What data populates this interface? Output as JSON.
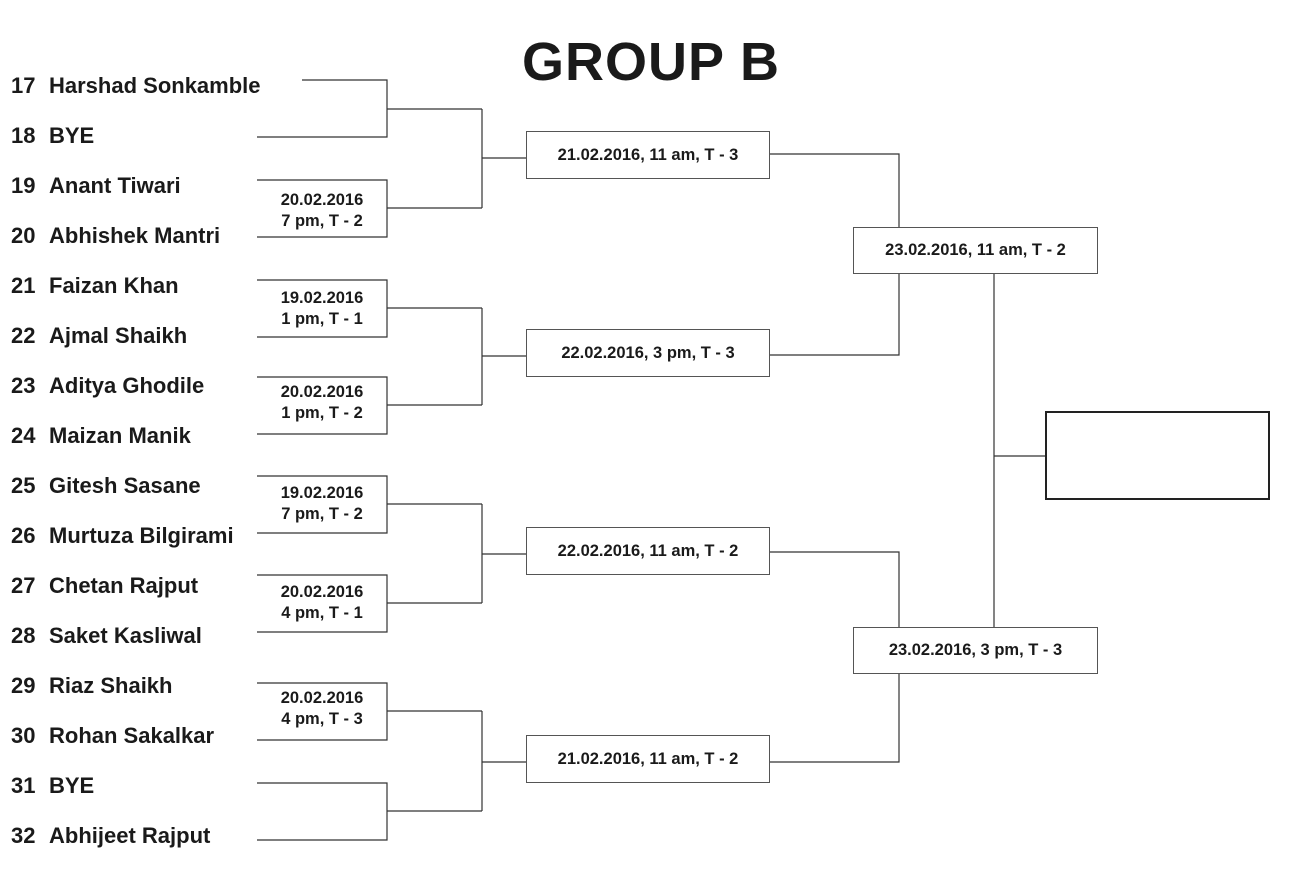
{
  "title": "GROUP B",
  "players": [
    {
      "seed": "17",
      "name": "Harshad Sonkamble"
    },
    {
      "seed": "18",
      "name": "BYE"
    },
    {
      "seed": "19",
      "name": "Anant Tiwari"
    },
    {
      "seed": "20",
      "name": "Abhishek Mantri"
    },
    {
      "seed": "21",
      "name": "Faizan Khan"
    },
    {
      "seed": "22",
      "name": "Ajmal Shaikh"
    },
    {
      "seed": "23",
      "name": "Aditya Ghodile"
    },
    {
      "seed": "24",
      "name": "Maizan Manik"
    },
    {
      "seed": "25",
      "name": "Gitesh Sasane"
    },
    {
      "seed": "26",
      "name": "Murtuza Bilgirami"
    },
    {
      "seed": "27",
      "name": "Chetan Rajput"
    },
    {
      "seed": "28",
      "name": "Saket Kasliwal"
    },
    {
      "seed": "29",
      "name": "Riaz Shaikh"
    },
    {
      "seed": "30",
      "name": "Rohan Sakalkar"
    },
    {
      "seed": "31",
      "name": "BYE"
    },
    {
      "seed": "32",
      "name": "Abhijeet Rajput"
    }
  ],
  "round1": [
    {
      "line1": "",
      "line2": ""
    },
    {
      "line1": "20.02.2016",
      "line2": "7 pm, T - 2"
    },
    {
      "line1": "19.02.2016",
      "line2": "1 pm, T - 1"
    },
    {
      "line1": "20.02.2016",
      "line2": "1 pm, T - 2"
    },
    {
      "line1": "19.02.2016",
      "line2": "7 pm, T - 2"
    },
    {
      "line1": "20.02.2016",
      "line2": "4 pm, T - 1"
    },
    {
      "line1": "20.02.2016",
      "line2": "4 pm, T - 3"
    },
    {
      "line1": "",
      "line2": ""
    }
  ],
  "round2": [
    "21.02.2016, 11 am, T - 3",
    "22.02.2016, 3 pm, T - 3",
    "22.02.2016, 11 am, T - 2",
    "21.02.2016, 11 am, T - 2"
  ],
  "round3": [
    "23.02.2016, 11 am, T - 2",
    "23.02.2016, 3 pm, T - 3"
  ],
  "final": ""
}
